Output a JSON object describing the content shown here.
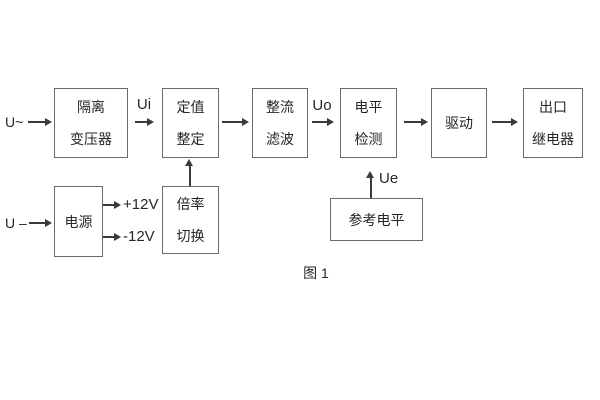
{
  "diagram": {
    "caption": "图 1",
    "labels": {
      "ac_input": "U~",
      "dc_input": "U –",
      "ui": "Ui",
      "uo": "Uo",
      "ue": "Ue",
      "rail_pos": "+12V",
      "rail_neg": "-12V"
    },
    "blocks": {
      "isolation_transformer": {
        "line1": "隔离",
        "line2": "变压器"
      },
      "setting_adjust": {
        "line1": "定值",
        "line2": "整定"
      },
      "rectifier_filter": {
        "line1": "整流",
        "line2": "滤波"
      },
      "level_detect": {
        "line1": "电平",
        "line2": "检测"
      },
      "driver": {
        "line1": "驱动"
      },
      "output_relay": {
        "line1": "出口",
        "line2": "继电器"
      },
      "power_supply": {
        "line1": "电源"
      },
      "ratio_switch": {
        "line1": "倍率",
        "line2": "切换"
      },
      "reference_level": {
        "line1": "参考电平"
      }
    },
    "colors": {
      "background": "#ffffff",
      "box_border": "#6a6a6a",
      "line": "#3a3a3a",
      "text": "#262626"
    }
  }
}
